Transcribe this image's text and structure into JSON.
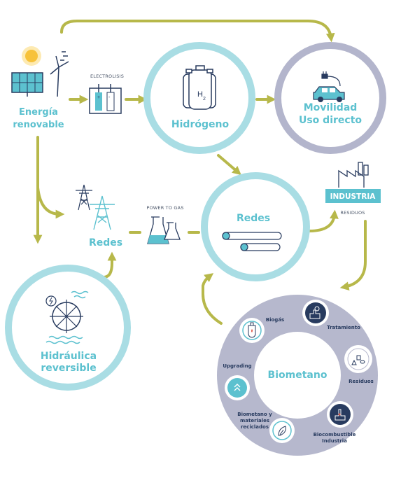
{
  "colors": {
    "arrow": "#b7b84a",
    "circle_light": "#a9dde4",
    "circle_grey": "#b3b5cc",
    "teal_text": "#5cc1cf",
    "navy": "#283b5f",
    "ring_fill": "#b6b8cd",
    "industria_badge": "#5cc1cf"
  },
  "nodes": {
    "energia": {
      "line1": "Energía",
      "line2": "renovable"
    },
    "electrolisis": {
      "label": "ELECTROLISIS"
    },
    "hidrogeno": {
      "label": "Hidrógeno",
      "h2": "H",
      "h2_sub": "2"
    },
    "movilidad": {
      "line1": "Movilidad",
      "line2": "Uso directo"
    },
    "redes_left": {
      "label": "Redes"
    },
    "power_to_gas": {
      "label": "POWER TO GAS"
    },
    "redes_center": {
      "label": "Redes"
    },
    "industria": {
      "label": "INDUSTRIA",
      "sublabel": "RESIDUOS"
    },
    "hidraulica": {
      "line1": "Hidráulica",
      "line2": "reversible"
    }
  },
  "biometano": {
    "center": "Biometano",
    "items": {
      "biogas": "Biogás",
      "tratamiento": "Tratamiento",
      "residuos": "Residuos",
      "biocombustible_1": "Biocombustible",
      "biocombustible_2": "Industria",
      "materiales_1": "Biometano y",
      "materiales_2": "materiales",
      "materiales_3": "reciclados",
      "upgrading": "Upgrading"
    }
  }
}
